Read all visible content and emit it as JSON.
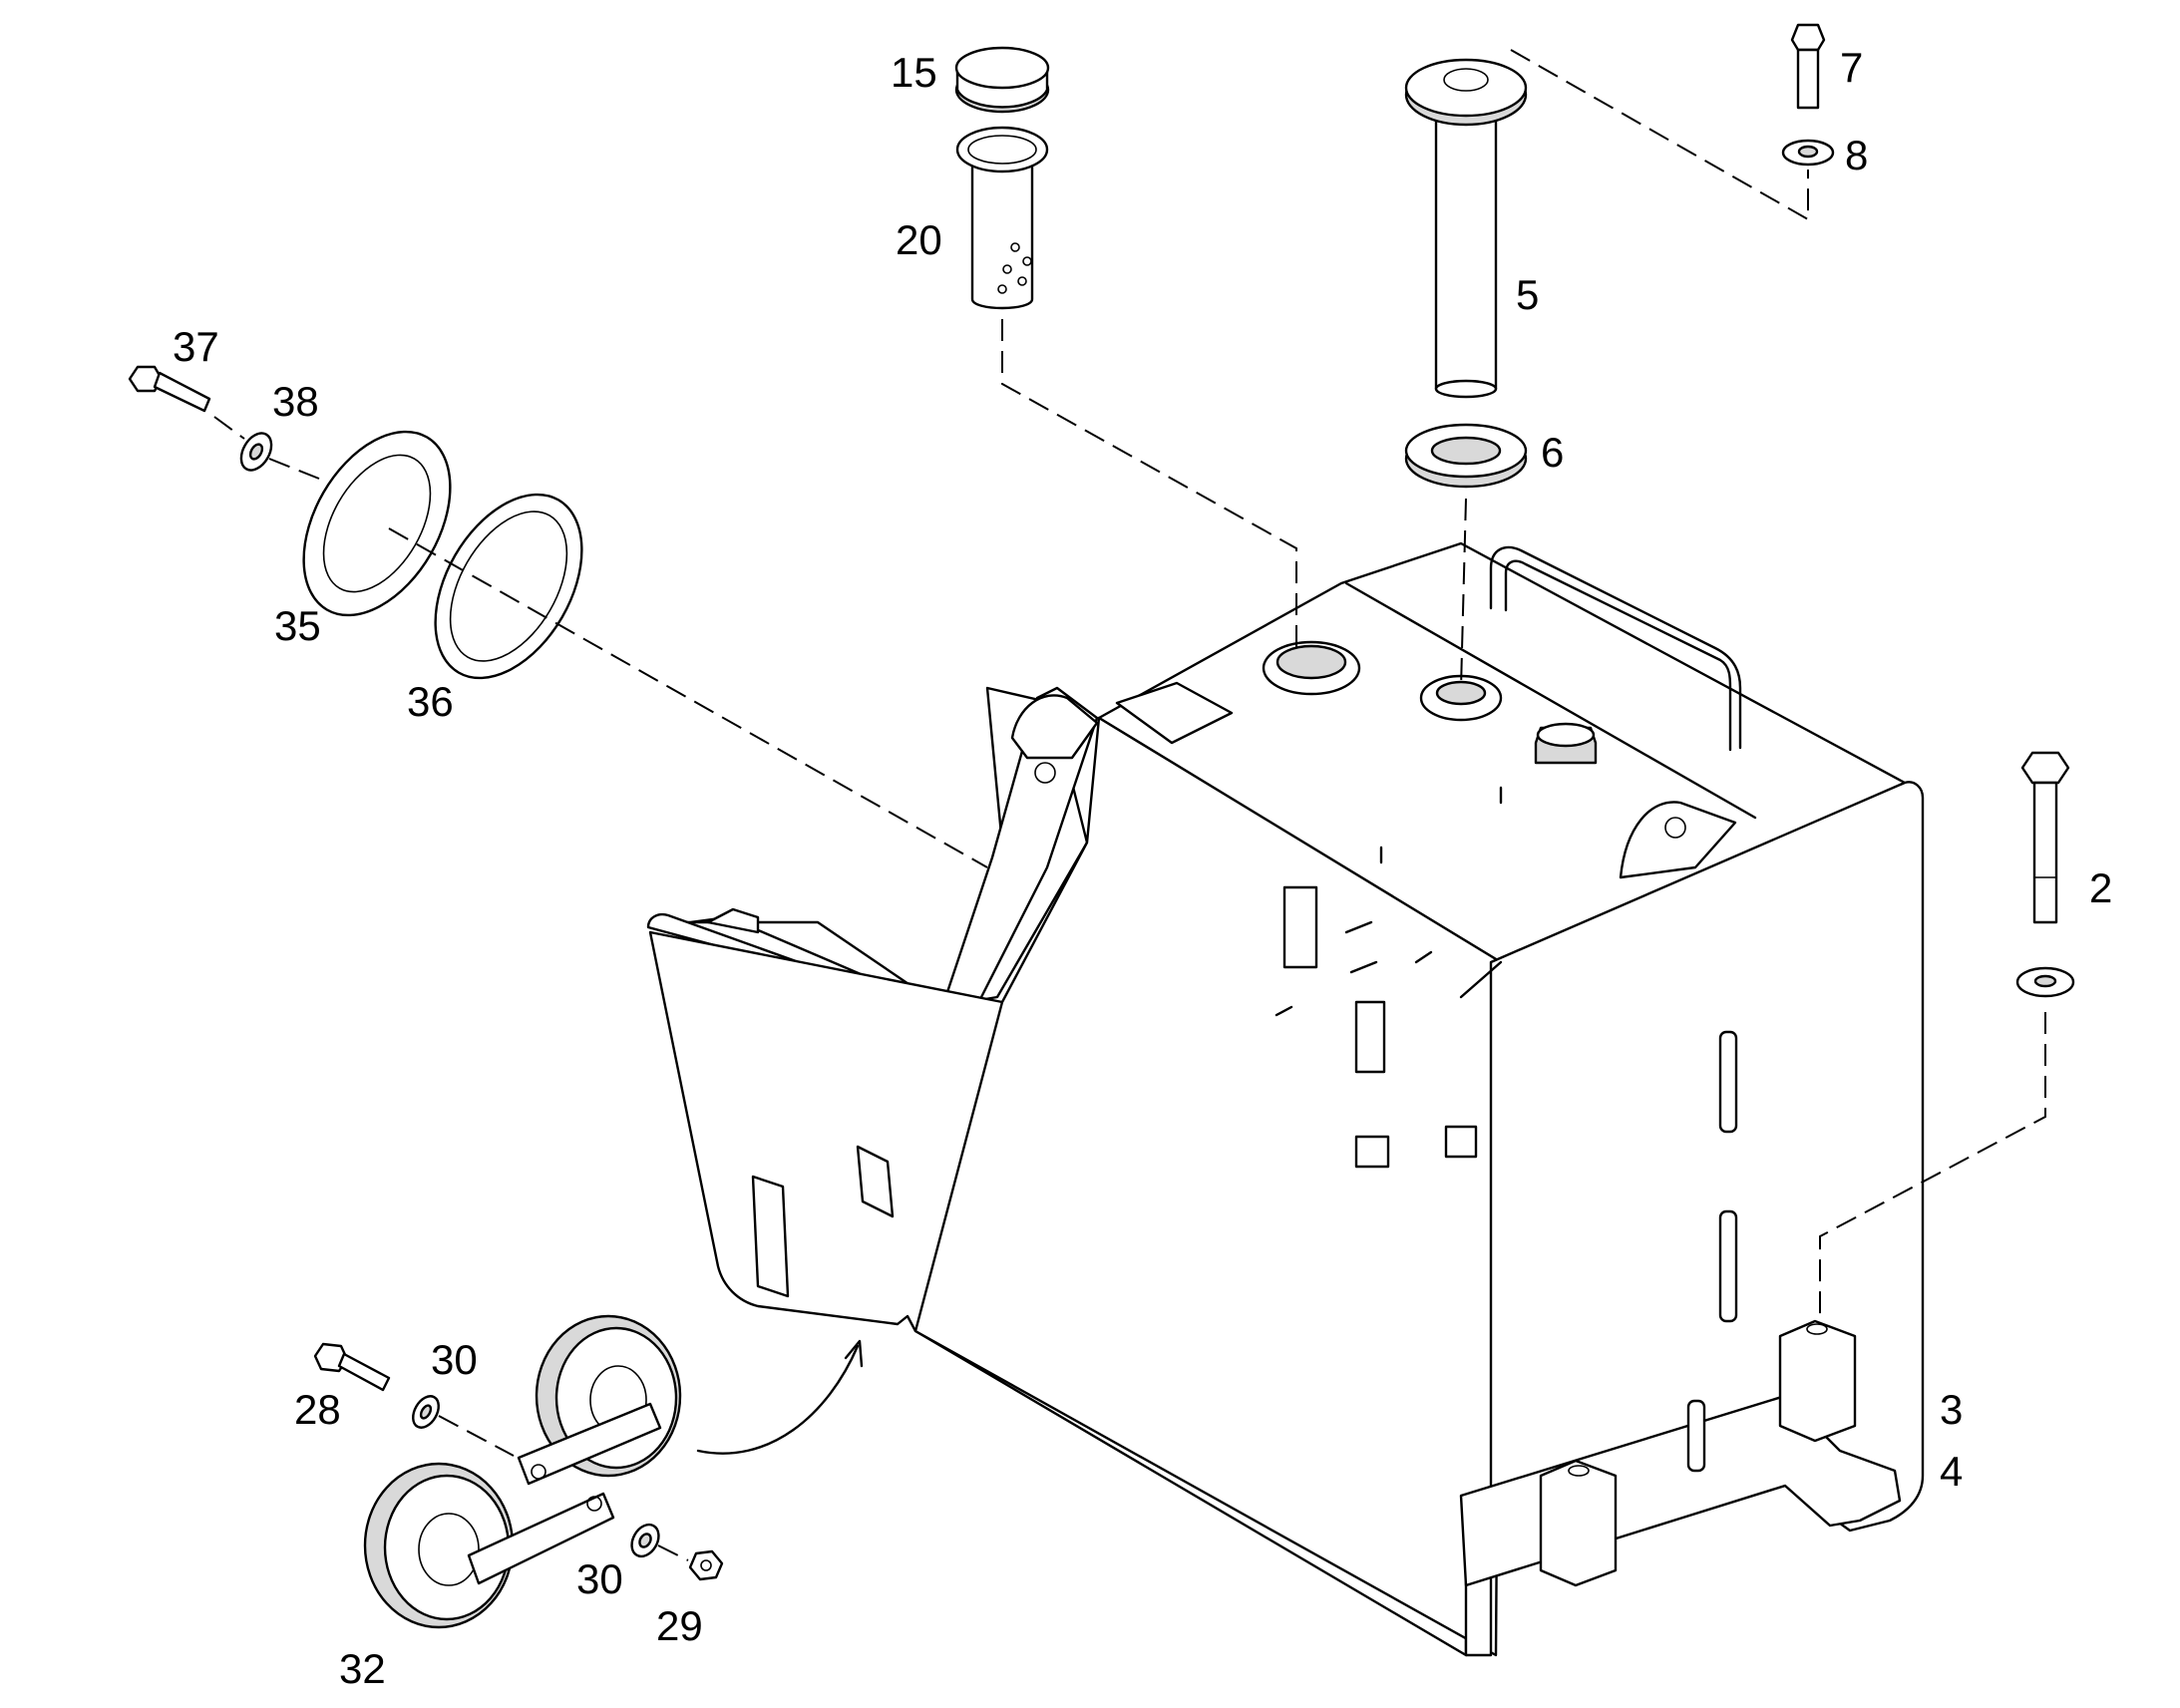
{
  "callouts": {
    "c15": "15",
    "c20": "20",
    "c5": "5",
    "c6": "6",
    "c7": "7",
    "c8": "8",
    "c37": "37",
    "c38": "38",
    "c35": "35",
    "c36": "36",
    "c2": "2",
    "c3": "3",
    "c4": "4",
    "c28": "28",
    "c30a": "30",
    "c30b": "30",
    "c29": "29",
    "c32": "32"
  }
}
